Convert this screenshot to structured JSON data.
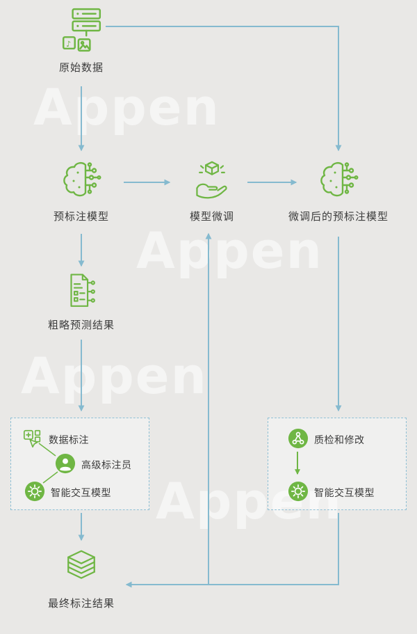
{
  "colors": {
    "background": "#e9e8e6",
    "icon_green": "#6fb644",
    "arrow_blue": "#85bacf",
    "text": "#3c3c3c",
    "box_border": "#8fc0d5",
    "watermark": "rgba(255,255,255,0.55)"
  },
  "watermark": {
    "text": "Appen"
  },
  "nodes": {
    "raw_data": {
      "label": "原始数据"
    },
    "pre_annotation_model": {
      "label": "预标注模型"
    },
    "model_fine_tune": {
      "label": "模型微调"
    },
    "tuned_pre_annotation_model": {
      "label": "微调后的预标注模型"
    },
    "rough_prediction": {
      "label": "粗略预测结果"
    },
    "final_result": {
      "label": "最终标注结果"
    }
  },
  "annotation_box": {
    "items": [
      {
        "label": "数据标注",
        "icon": "data-annotation-icon"
      },
      {
        "label": "高级标注员",
        "icon": "senior-annotator-icon"
      },
      {
        "label": "智能交互模型",
        "icon": "smart-interaction-model-icon"
      }
    ]
  },
  "qc_box": {
    "items": [
      {
        "label": "质检和修改",
        "icon": "quality-check-icon"
      },
      {
        "label": "智能交互模型",
        "icon": "smart-interaction-model-icon"
      }
    ]
  },
  "icons": {
    "raw_data": "database-media-stack",
    "pre_annotation_model": "neural-brain",
    "model_fine_tune": "hand-holding-cube",
    "tuned_pre_annotation_model": "neural-brain",
    "rough_prediction": "document-checklist",
    "data_annotation": "annotation-tools",
    "senior_annotator": "person-circle",
    "smart_interaction_model": "gear-circle",
    "quality_check": "connected-nodes-circle",
    "final_result": "layer-stack"
  }
}
